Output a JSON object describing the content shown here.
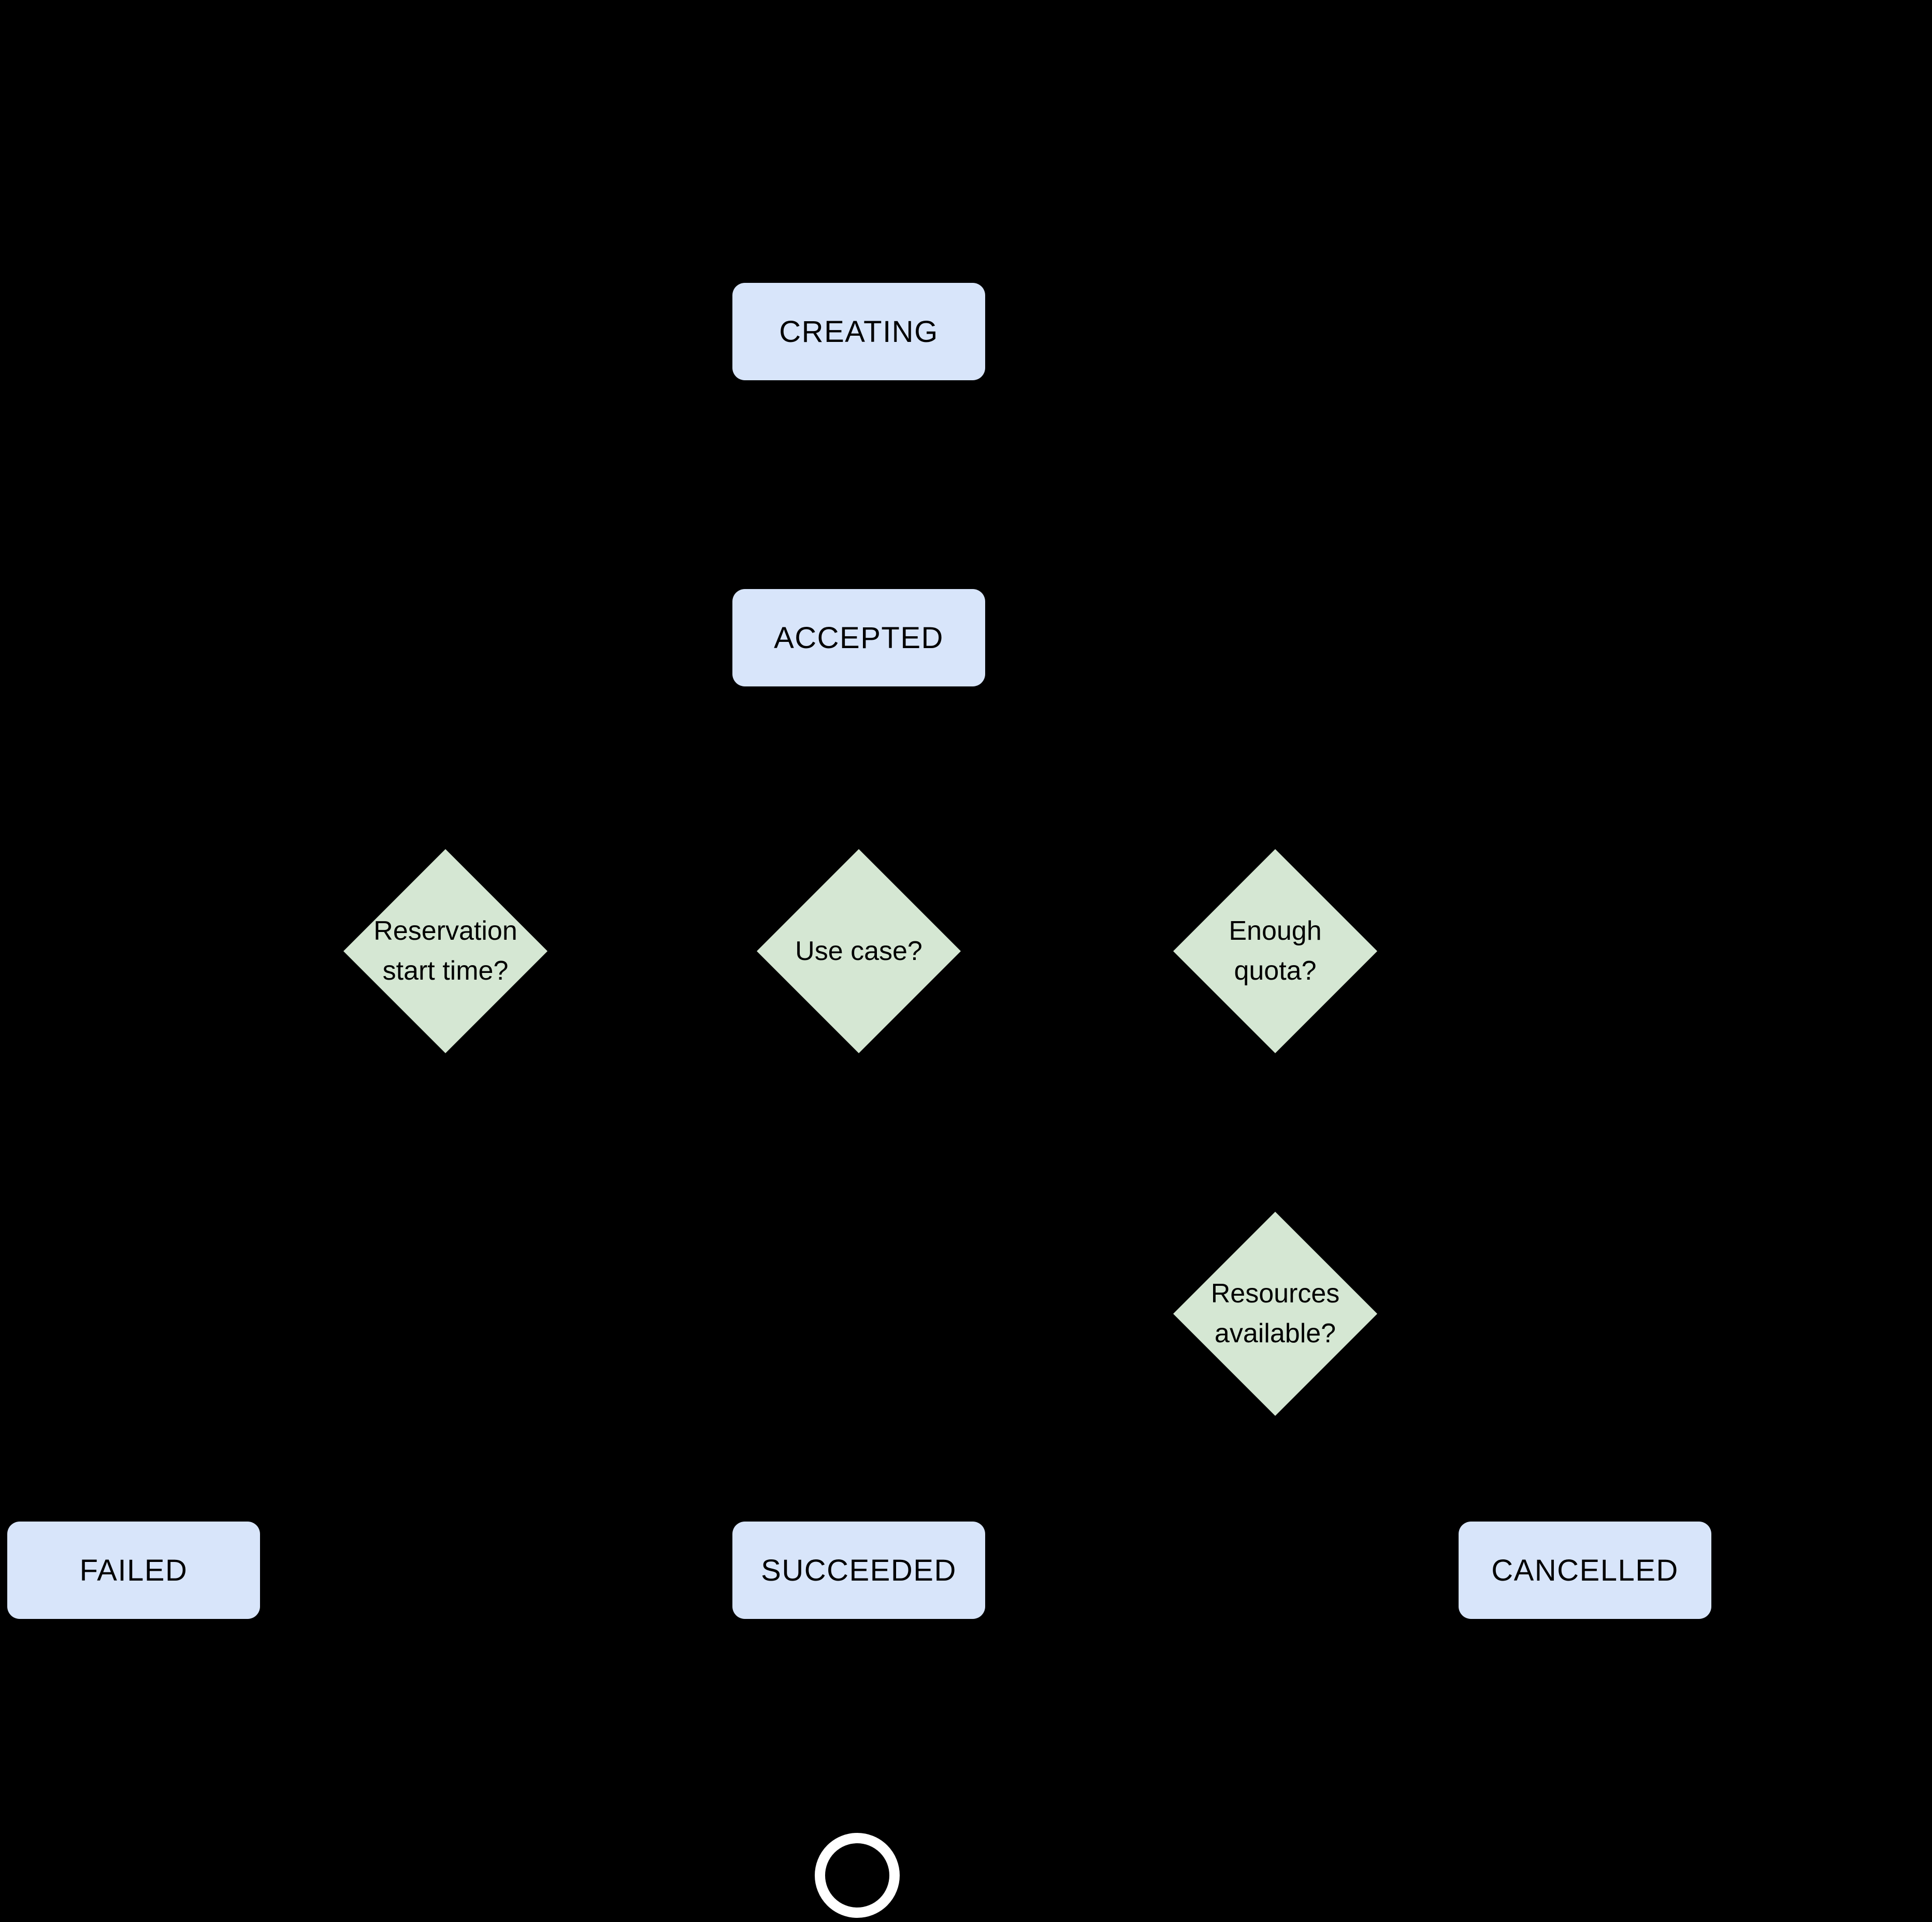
{
  "palette": {
    "background": "#000000",
    "state_fill": "#d8e5fa",
    "decision_fill": "#d5e7d3",
    "text_color": "#000000",
    "end_ring_color": "#ffffff"
  },
  "states": [
    {
      "id": "creating",
      "label": "CREATING"
    },
    {
      "id": "accepted",
      "label": "ACCEPTED"
    },
    {
      "id": "failed",
      "label": "FAILED"
    },
    {
      "id": "succeeded",
      "label": "SUCCEEDED"
    },
    {
      "id": "cancelled",
      "label": "CANCELLED"
    }
  ],
  "decisions": [
    {
      "id": "reservation-start-time",
      "lines": [
        "Reservation",
        "start time?"
      ]
    },
    {
      "id": "use-case",
      "lines": [
        "Use case?"
      ]
    },
    {
      "id": "enough-quota",
      "lines": [
        "Enough",
        "quota?"
      ]
    },
    {
      "id": "resources-available",
      "lines": [
        "Resources",
        "available?"
      ]
    }
  ],
  "end_node": {
    "icon": "end-state-ring"
  }
}
